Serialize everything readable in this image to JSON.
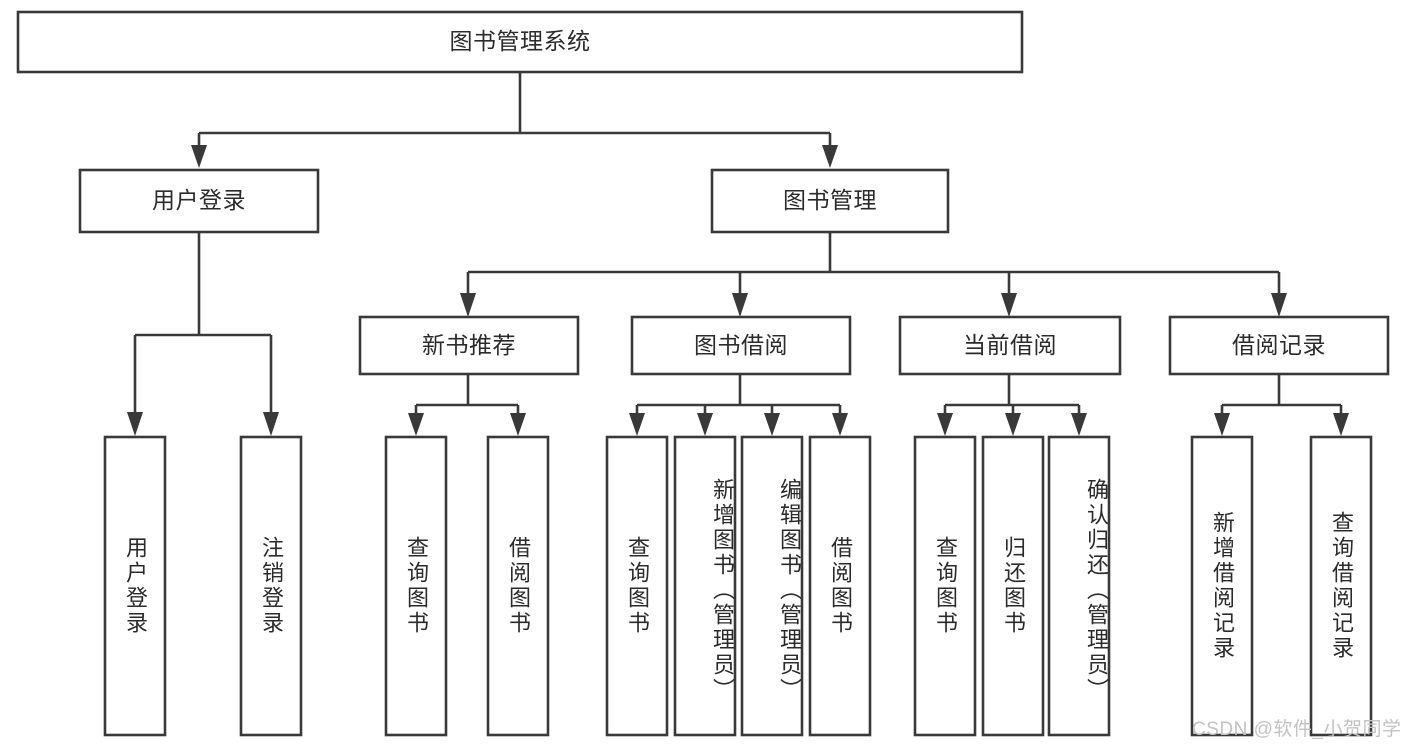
{
  "diagram": {
    "type": "hierarchy-tree",
    "title": "图书管理系统",
    "watermark": "CSDN @软件_小贺同学",
    "colors": {
      "stroke": "#393939",
      "box_fill": "#ffffff",
      "text": "#2b2b2b",
      "watermark": "#c2c2c2",
      "background": "#ffffff"
    },
    "nodes": {
      "root": {
        "label": "图书管理系统",
        "level": 0,
        "orientation": "horizontal"
      },
      "l1_user_login": {
        "label": "用户登录",
        "level": 1,
        "orientation": "horizontal"
      },
      "l1_book_mgmt": {
        "label": "图书管理",
        "level": 1,
        "orientation": "horizontal"
      },
      "l2_new_book_rec": {
        "label": "新书推荐",
        "level": 2,
        "orientation": "horizontal"
      },
      "l2_book_borrow": {
        "label": "图书借阅",
        "level": 2,
        "orientation": "horizontal"
      },
      "l2_current_borrow": {
        "label": "当前借阅",
        "level": 2,
        "orientation": "horizontal"
      },
      "l2_borrow_record": {
        "label": "借阅记录",
        "level": 2,
        "orientation": "horizontal"
      },
      "leaf_user_login": {
        "label": "用户登录",
        "level": 3,
        "orientation": "vertical"
      },
      "leaf_logout_login": {
        "label": "注销登录",
        "level": 3,
        "orientation": "vertical"
      },
      "leaf_query_book_1": {
        "label": "查询图书",
        "level": 3,
        "orientation": "vertical"
      },
      "leaf_borrow_book_1": {
        "label": "借阅图书",
        "level": 3,
        "orientation": "vertical"
      },
      "leaf_query_book_2": {
        "label": "查询图书",
        "level": 3,
        "orientation": "vertical"
      },
      "leaf_add_book": {
        "label": "新增图书（管理员）",
        "level": 3,
        "orientation": "vertical"
      },
      "leaf_edit_book": {
        "label": "编辑图书（管理员）",
        "level": 3,
        "orientation": "vertical"
      },
      "leaf_borrow_book_2": {
        "label": "借阅图书",
        "level": 3,
        "orientation": "vertical"
      },
      "leaf_query_book_3": {
        "label": "查询图书",
        "level": 3,
        "orientation": "vertical"
      },
      "leaf_return_book": {
        "label": "归还图书",
        "level": 3,
        "orientation": "vertical"
      },
      "leaf_confirm_return": {
        "label": "确认归还（管理员）",
        "level": 3,
        "orientation": "vertical"
      },
      "leaf_add_record": {
        "label": "新增借阅记录",
        "level": 3,
        "orientation": "vertical"
      },
      "leaf_query_record": {
        "label": "查询借阅记录",
        "level": 3,
        "orientation": "vertical"
      }
    },
    "edges": [
      {
        "from": "root",
        "to": "l1_user_login"
      },
      {
        "from": "root",
        "to": "l1_book_mgmt"
      },
      {
        "from": "l1_user_login",
        "to": "leaf_user_login"
      },
      {
        "from": "l1_user_login",
        "to": "leaf_logout_login"
      },
      {
        "from": "l1_book_mgmt",
        "to": "l2_new_book_rec"
      },
      {
        "from": "l1_book_mgmt",
        "to": "l2_book_borrow"
      },
      {
        "from": "l1_book_mgmt",
        "to": "l2_current_borrow"
      },
      {
        "from": "l1_book_mgmt",
        "to": "l2_borrow_record"
      },
      {
        "from": "l2_new_book_rec",
        "to": "leaf_query_book_1"
      },
      {
        "from": "l2_new_book_rec",
        "to": "leaf_borrow_book_1"
      },
      {
        "from": "l2_book_borrow",
        "to": "leaf_query_book_2"
      },
      {
        "from": "l2_book_borrow",
        "to": "leaf_add_book"
      },
      {
        "from": "l2_book_borrow",
        "to": "leaf_edit_book"
      },
      {
        "from": "l2_book_borrow",
        "to": "leaf_borrow_book_2"
      },
      {
        "from": "l2_current_borrow",
        "to": "leaf_query_book_3"
      },
      {
        "from": "l2_current_borrow",
        "to": "leaf_return_book"
      },
      {
        "from": "l2_current_borrow",
        "to": "leaf_confirm_return"
      },
      {
        "from": "l2_borrow_record",
        "to": "leaf_add_record"
      },
      {
        "from": "l2_borrow_record",
        "to": "leaf_query_record"
      }
    ]
  }
}
